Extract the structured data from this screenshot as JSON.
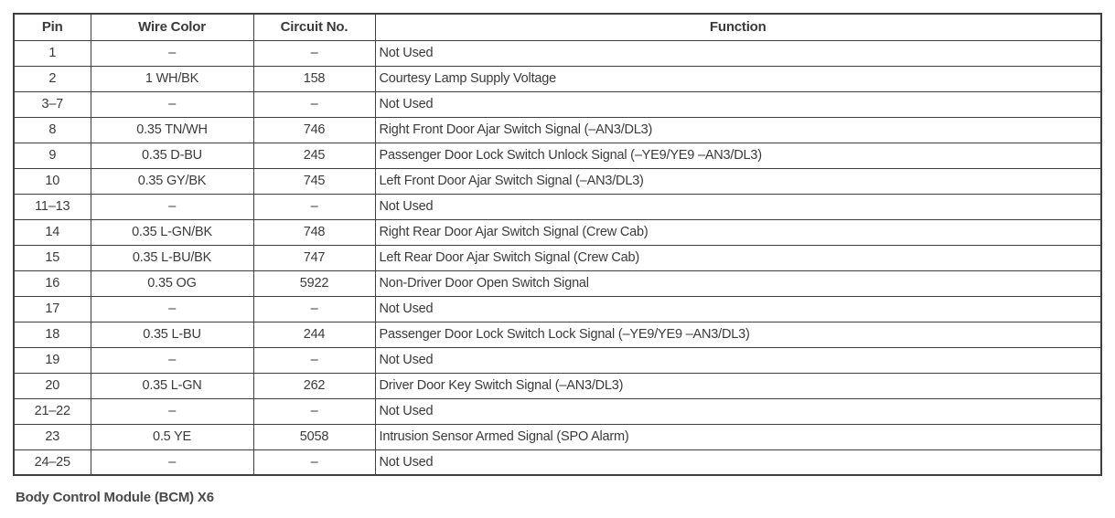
{
  "caption": "Body Control Module (BCM) X6",
  "colors": {
    "border": "#3f3f3f",
    "text": "#3b3b3b",
    "background": "#ffffff"
  },
  "chart_data": {
    "type": "table",
    "title": "Body Control Module (BCM) X6",
    "columns": [
      "Pin",
      "Wire Color",
      "Circuit No.",
      "Function"
    ],
    "rows": [
      [
        "1",
        "–",
        "–",
        "Not Used"
      ],
      [
        "2",
        "1 WH/BK",
        "158",
        "Courtesy Lamp Supply Voltage"
      ],
      [
        "3–7",
        "–",
        "–",
        "Not Used"
      ],
      [
        "8",
        "0.35 TN/WH",
        "746",
        "Right Front Door Ajar Switch Signal (–AN3/DL3)"
      ],
      [
        "9",
        "0.35 D-BU",
        "245",
        "Passenger Door Lock Switch Unlock Signal (–YE9/YE9 –AN3/DL3)"
      ],
      [
        "10",
        "0.35 GY/BK",
        "745",
        "Left Front Door Ajar Switch Signal (–AN3/DL3)"
      ],
      [
        "11–13",
        "–",
        "–",
        "Not Used"
      ],
      [
        "14",
        "0.35 L-GN/BK",
        "748",
        "Right Rear Door Ajar Switch Signal (Crew Cab)"
      ],
      [
        "15",
        "0.35 L-BU/BK",
        "747",
        "Left Rear Door Ajar Switch Signal (Crew Cab)"
      ],
      [
        "16",
        "0.35 OG",
        "5922",
        "Non-Driver Door Open Switch Signal"
      ],
      [
        "17",
        "–",
        "–",
        "Not Used"
      ],
      [
        "18",
        "0.35 L-BU",
        "244",
        "Passenger Door Lock Switch Lock Signal (–YE9/YE9 –AN3/DL3)"
      ],
      [
        "19",
        "–",
        "–",
        "Not Used"
      ],
      [
        "20",
        "0.35 L-GN",
        "262",
        "Driver Door Key Switch Signal (–AN3/DL3)"
      ],
      [
        "21–22",
        "–",
        "–",
        "Not Used"
      ],
      [
        "23",
        "0.5 YE",
        "5058",
        "Intrusion Sensor Armed Signal (SPO Alarm)"
      ],
      [
        "24–25",
        "–",
        "–",
        "Not Used"
      ]
    ]
  }
}
